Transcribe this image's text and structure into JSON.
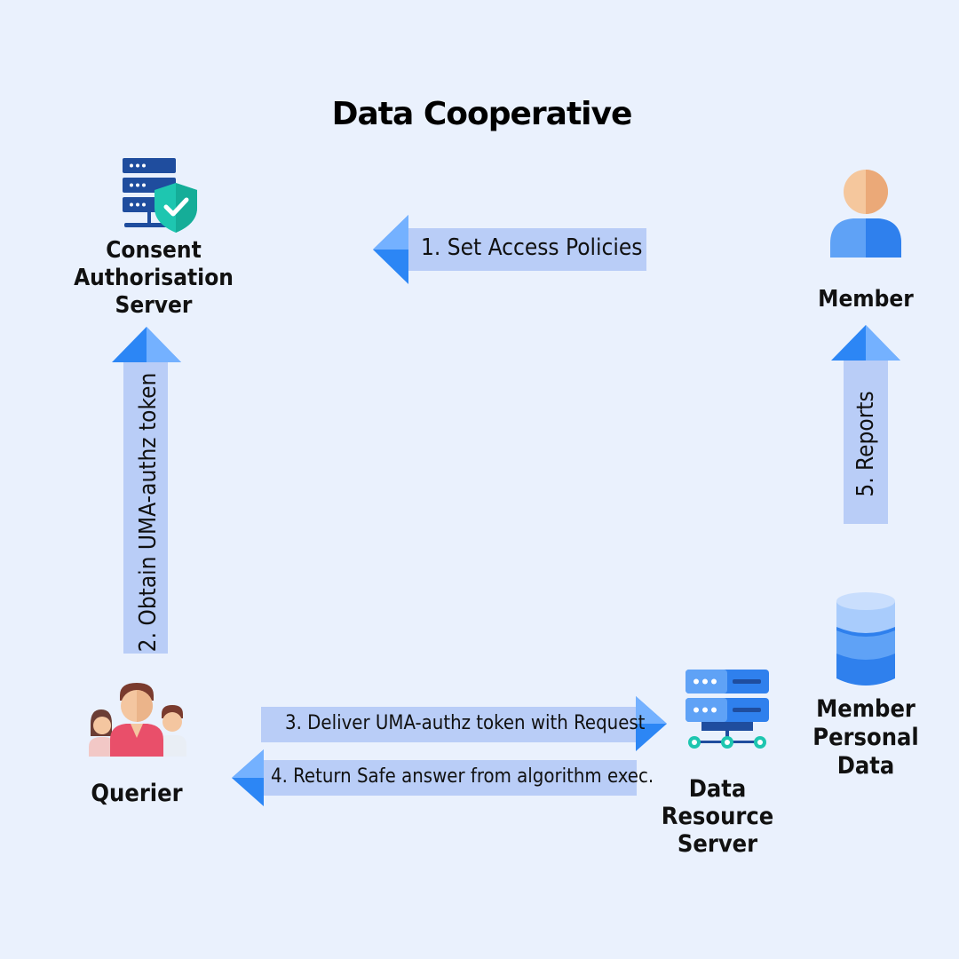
{
  "title": "Data Cooperative",
  "nodes": {
    "consent_server": "Consent\nAuthorisation Server",
    "member": "Member",
    "querier": "Querier",
    "data_resource_server": "Data\nResource\nServer",
    "member_personal_data": "Member\nPersonal\nData"
  },
  "flows": {
    "step1": "1. Set Access Policies",
    "step2": "2. Obtain UMA-authz token",
    "step3": "3. Deliver UMA-authz token with Request",
    "step4": "4. Return Safe answer from algorithm exec.",
    "step5": "5. Reports"
  },
  "colors": {
    "background": "#eaf1fd",
    "arrow_body": "#b9cdf7",
    "arrow_head_light": "#74b1ff",
    "arrow_head_dark": "#2c86f5"
  }
}
